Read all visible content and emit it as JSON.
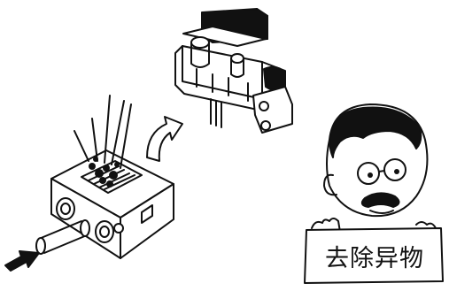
{
  "sign": {
    "text": "去除异物"
  },
  "colors": {
    "ink": "#111111",
    "paper": "#ffffff"
  },
  "icons": [
    "assembled-valve-illustration",
    "valve-body-illustration",
    "curved-arrow-icon",
    "push-arrow-icon",
    "cartoon-man-illustration"
  ]
}
